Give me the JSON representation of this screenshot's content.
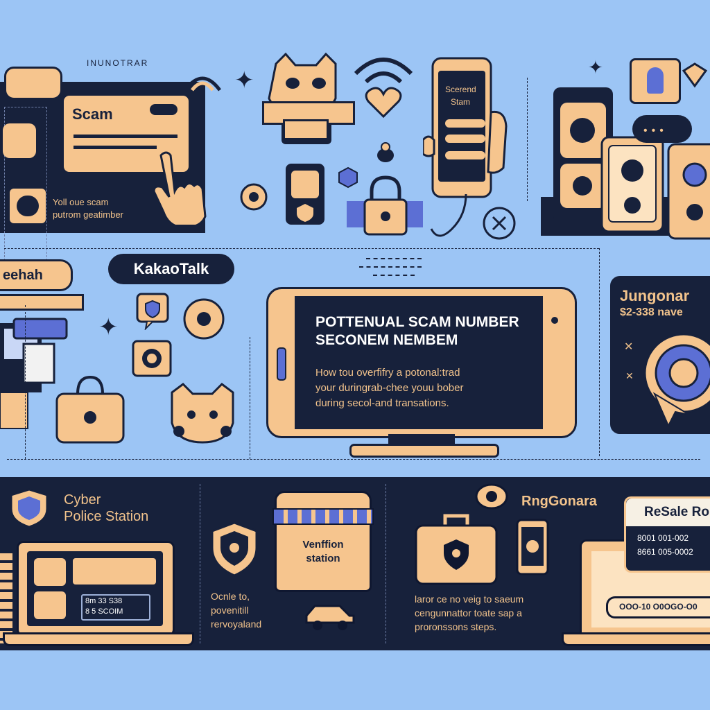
{
  "header": {
    "caption": "INUNOTRAR"
  },
  "panel_scam": {
    "card_title": "Scam",
    "desc_line1": "Yoll oue scam",
    "desc_line2": "putrom geatimber"
  },
  "phone_top": {
    "line1": "Scerend",
    "line2": "Stam"
  },
  "labels": {
    "left_tag": "eehah",
    "kakao": "KakaoTalk"
  },
  "monitor": {
    "title_line1": "POTTENUAL SCAM NUMBER",
    "title_line2": "SECONEM NEMBEM",
    "body_line1": "How tou overfifry a potonal:trad",
    "body_line2": "your duringrab-chee youu bober",
    "body_line3": "during secol-and transations."
  },
  "right_panel": {
    "title": "Jungonar",
    "price": "$2-338 nave"
  },
  "bottom": {
    "cyber_line1": "Cyber",
    "cyber_line2": "Police Station",
    "screen_number1": "8m 33 S38",
    "screen_number2": "8 5 SCOIM",
    "verification_line1": "Venffion",
    "verification_line2": "station",
    "note_line1": "Ocnle to,",
    "note_line2": "povenitill",
    "note_line3": "rervoyaland",
    "rng_title": "RngGonara",
    "rng_line1": "laror ce no veig to saeum",
    "rng_line2": "cengunnattor toate sap a",
    "rng_line3": "proronssons steps.",
    "resale_title": "ReSale Ro",
    "resale_num1": "8001 001-002",
    "resale_num2": "8661 005-0002",
    "resale_bar": "OOO-10 O0OGO-O0"
  },
  "colors": {
    "background": "#9cc5f5",
    "navy": "#17213b",
    "peach": "#f6c58e",
    "accent_blue": "#5c6fd4"
  }
}
